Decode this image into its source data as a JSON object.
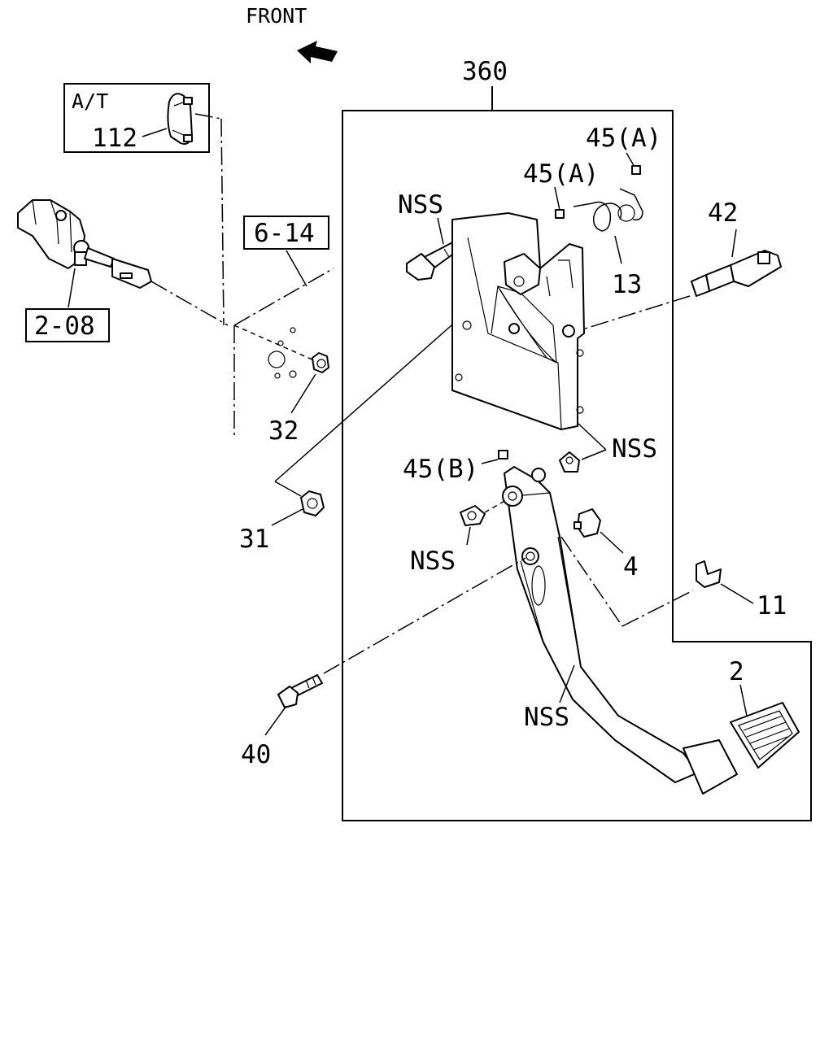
{
  "header": {
    "direction_label": "FRONT"
  },
  "assembly_label": "360",
  "inset": {
    "label": "A/T",
    "part": "112"
  },
  "references": {
    "ref_a": "6-14",
    "ref_b": "2-08"
  },
  "callouts": {
    "p45a_right": "45(A)",
    "p45a_left": "45(A)",
    "p13": "13",
    "p42": "42",
    "nss_bolt": "NSS",
    "nss_bracket": "NSS",
    "p45b": "45(B)",
    "nss_bushing": "NSS",
    "p32": "32",
    "p31": "31",
    "p4": "4",
    "p11": "11",
    "p2": "2",
    "nss_pedal": "NSS",
    "p40": "40"
  }
}
